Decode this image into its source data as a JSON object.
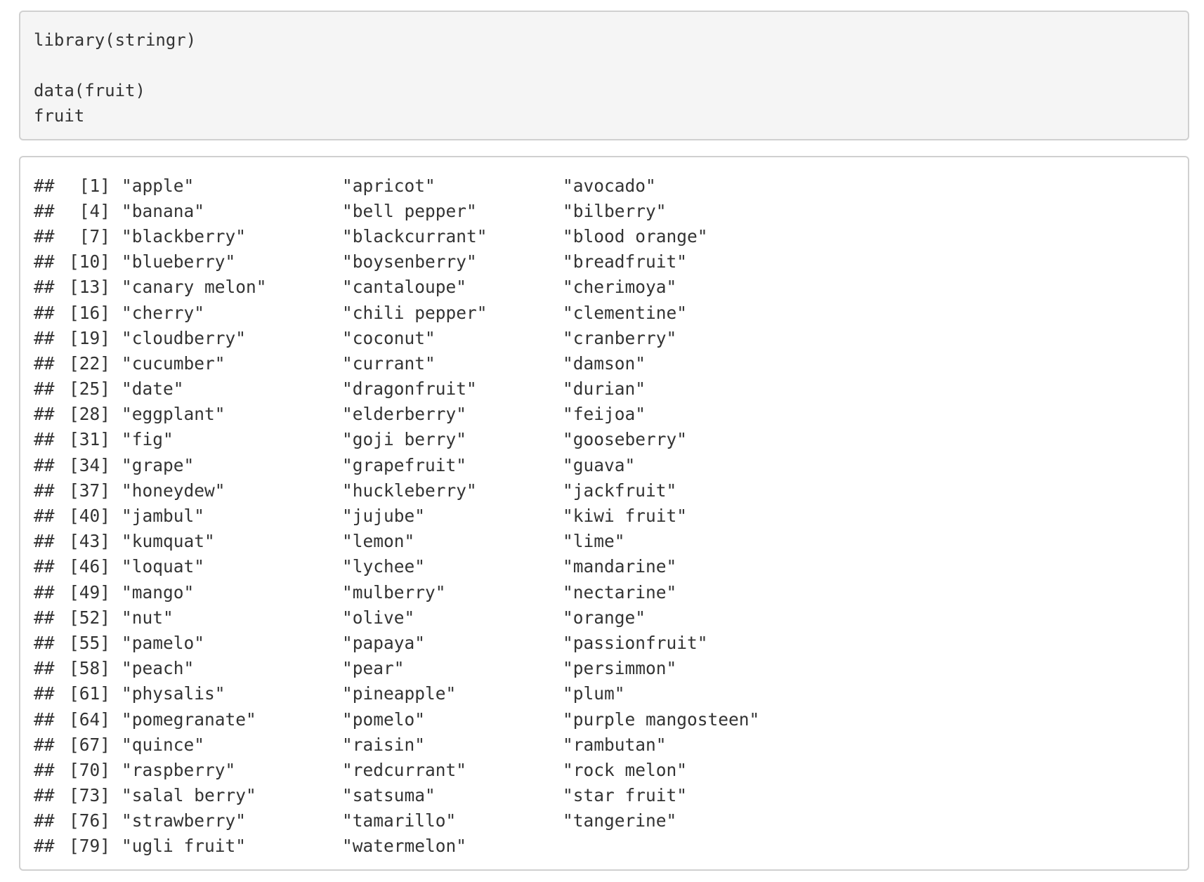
{
  "code": {
    "lines": [
      "library(stringr)",
      "",
      "data(fruit)",
      "fruit"
    ]
  },
  "output": {
    "prompt": "##",
    "rows": [
      {
        "index": "[1]",
        "values": [
          "\"apple\"",
          "\"apricot\"",
          "\"avocado\""
        ]
      },
      {
        "index": "[4]",
        "values": [
          "\"banana\"",
          "\"bell pepper\"",
          "\"bilberry\""
        ]
      },
      {
        "index": "[7]",
        "values": [
          "\"blackberry\"",
          "\"blackcurrant\"",
          "\"blood orange\""
        ]
      },
      {
        "index": "[10]",
        "values": [
          "\"blueberry\"",
          "\"boysenberry\"",
          "\"breadfruit\""
        ]
      },
      {
        "index": "[13]",
        "values": [
          "\"canary melon\"",
          "\"cantaloupe\"",
          "\"cherimoya\""
        ]
      },
      {
        "index": "[16]",
        "values": [
          "\"cherry\"",
          "\"chili pepper\"",
          "\"clementine\""
        ]
      },
      {
        "index": "[19]",
        "values": [
          "\"cloudberry\"",
          "\"coconut\"",
          "\"cranberry\""
        ]
      },
      {
        "index": "[22]",
        "values": [
          "\"cucumber\"",
          "\"currant\"",
          "\"damson\""
        ]
      },
      {
        "index": "[25]",
        "values": [
          "\"date\"",
          "\"dragonfruit\"",
          "\"durian\""
        ]
      },
      {
        "index": "[28]",
        "values": [
          "\"eggplant\"",
          "\"elderberry\"",
          "\"feijoa\""
        ]
      },
      {
        "index": "[31]",
        "values": [
          "\"fig\"",
          "\"goji berry\"",
          "\"gooseberry\""
        ]
      },
      {
        "index": "[34]",
        "values": [
          "\"grape\"",
          "\"grapefruit\"",
          "\"guava\""
        ]
      },
      {
        "index": "[37]",
        "values": [
          "\"honeydew\"",
          "\"huckleberry\"",
          "\"jackfruit\""
        ]
      },
      {
        "index": "[40]",
        "values": [
          "\"jambul\"",
          "\"jujube\"",
          "\"kiwi fruit\""
        ]
      },
      {
        "index": "[43]",
        "values": [
          "\"kumquat\"",
          "\"lemon\"",
          "\"lime\""
        ]
      },
      {
        "index": "[46]",
        "values": [
          "\"loquat\"",
          "\"lychee\"",
          "\"mandarine\""
        ]
      },
      {
        "index": "[49]",
        "values": [
          "\"mango\"",
          "\"mulberry\"",
          "\"nectarine\""
        ]
      },
      {
        "index": "[52]",
        "values": [
          "\"nut\"",
          "\"olive\"",
          "\"orange\""
        ]
      },
      {
        "index": "[55]",
        "values": [
          "\"pamelo\"",
          "\"papaya\"",
          "\"passionfruit\""
        ]
      },
      {
        "index": "[58]",
        "values": [
          "\"peach\"",
          "\"pear\"",
          "\"persimmon\""
        ]
      },
      {
        "index": "[61]",
        "values": [
          "\"physalis\"",
          "\"pineapple\"",
          "\"plum\""
        ]
      },
      {
        "index": "[64]",
        "values": [
          "\"pomegranate\"",
          "\"pomelo\"",
          "\"purple mangosteen\""
        ]
      },
      {
        "index": "[67]",
        "values": [
          "\"quince\"",
          "\"raisin\"",
          "\"rambutan\""
        ]
      },
      {
        "index": "[70]",
        "values": [
          "\"raspberry\"",
          "\"redcurrant\"",
          "\"rock melon\""
        ]
      },
      {
        "index": "[73]",
        "values": [
          "\"salal berry\"",
          "\"satsuma\"",
          "\"star fruit\""
        ]
      },
      {
        "index": "[76]",
        "values": [
          "\"strawberry\"",
          "\"tamarillo\"",
          "\"tangerine\""
        ]
      },
      {
        "index": "[79]",
        "values": [
          "\"ugli fruit\"",
          "\"watermelon\""
        ]
      }
    ]
  }
}
